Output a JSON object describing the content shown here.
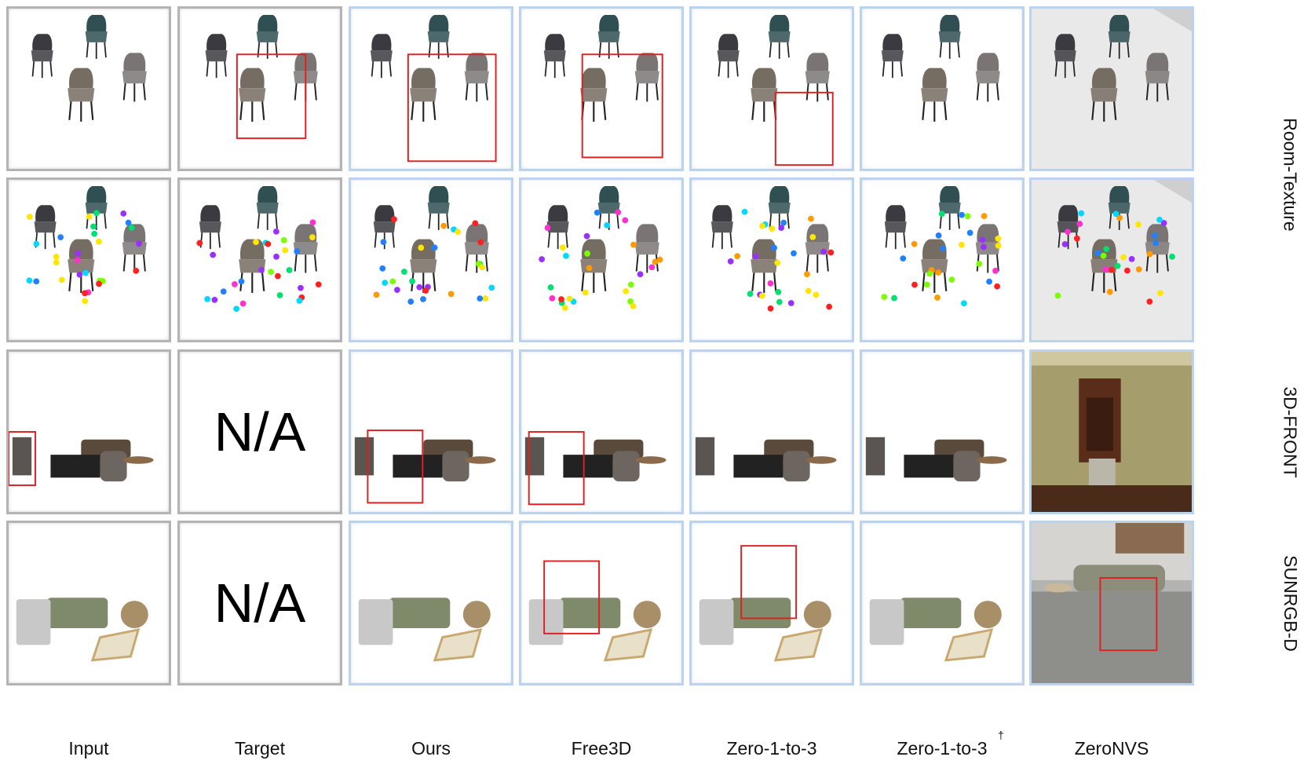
{
  "figure": {
    "columns": [
      "Input",
      "Target",
      "Ours",
      "Free3D",
      "Zero-1-to-3",
      "Zero-1-to-3",
      "ZeroNVS"
    ],
    "column_marks": [
      "",
      "",
      "",
      "",
      "",
      "†",
      ""
    ],
    "rows": [
      "Room-Texture",
      "Room-Texture",
      "3D-FRONT",
      "SUNRGB-D"
    ],
    "na_label": "N/A",
    "cells": [
      [
        {
          "scene": "chairs",
          "frame": "gray"
        },
        {
          "scene": "chairs",
          "frame": "gray"
        },
        {
          "scene": "chairs",
          "frame": "blue"
        },
        {
          "scene": "chairs",
          "frame": "blue"
        },
        {
          "scene": "chairs",
          "frame": "blue"
        },
        {
          "scene": "chairs",
          "frame": "blue"
        },
        {
          "scene": "chairs-floor",
          "frame": "blue"
        }
      ],
      [
        {
          "scene": "chairs-dots",
          "frame": "gray"
        },
        {
          "scene": "chairs-dots",
          "frame": "gray"
        },
        {
          "scene": "chairs-dots",
          "frame": "blue"
        },
        {
          "scene": "chairs-dots",
          "frame": "blue"
        },
        {
          "scene": "chairs-dots",
          "frame": "blue"
        },
        {
          "scene": "chairs-dots",
          "frame": "blue"
        },
        {
          "scene": "chairs-floor-dots",
          "frame": "blue"
        }
      ],
      [
        {
          "scene": "living",
          "frame": "gray"
        },
        {
          "scene": "na",
          "frame": "gray"
        },
        {
          "scene": "living",
          "frame": "blue"
        },
        {
          "scene": "living",
          "frame": "blue"
        },
        {
          "scene": "living",
          "frame": "blue"
        },
        {
          "scene": "living",
          "frame": "blue"
        },
        {
          "scene": "room-photo",
          "frame": "blue"
        }
      ],
      [
        {
          "scene": "sofa",
          "frame": "gray"
        },
        {
          "scene": "na",
          "frame": "gray"
        },
        {
          "scene": "sofa",
          "frame": "blue"
        },
        {
          "scene": "sofa",
          "frame": "blue"
        },
        {
          "scene": "sofa",
          "frame": "blue"
        },
        {
          "scene": "sofa",
          "frame": "blue"
        },
        {
          "scene": "carpet-photo",
          "frame": "blue"
        }
      ]
    ],
    "colors": {
      "highlight_box": "#e02020",
      "gray_frame": "#b4b4b4",
      "blue_frame": "#bcd3f0"
    }
  }
}
